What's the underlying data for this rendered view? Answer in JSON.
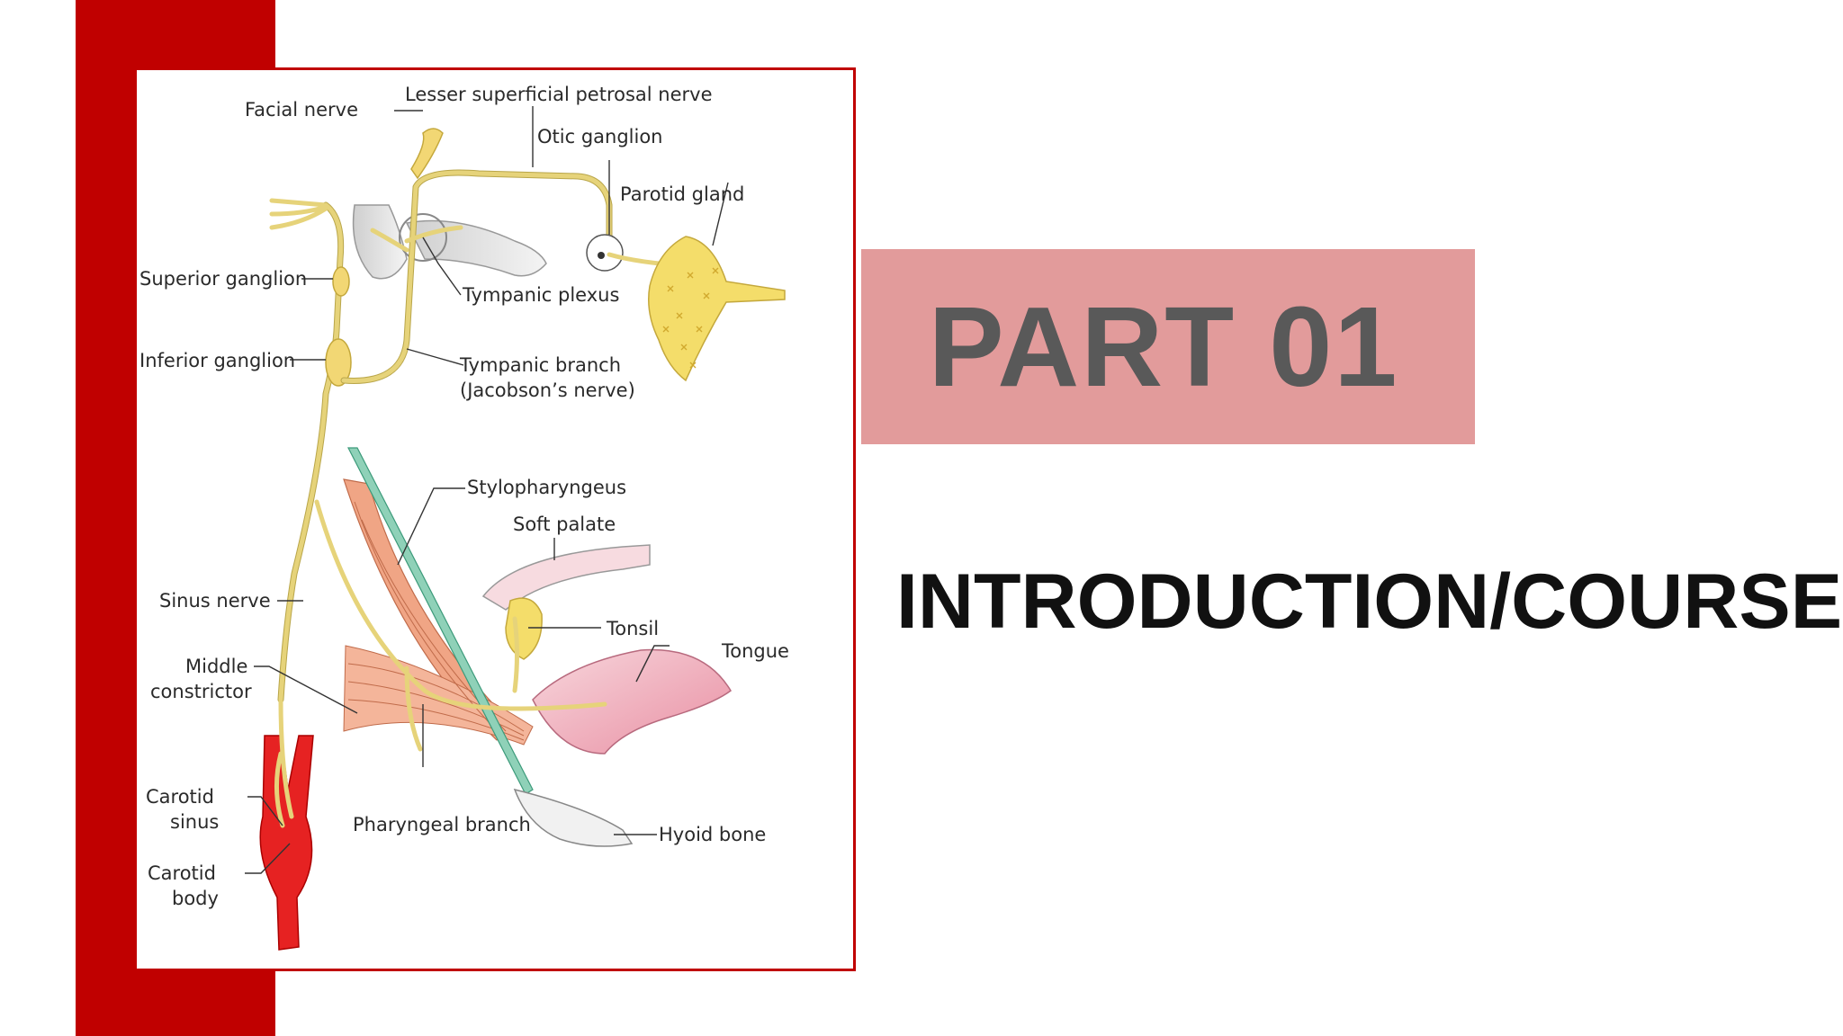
{
  "slide": {
    "part_title": "PART 01",
    "subtitle": "INTRODUCTION/COURSE",
    "colors": {
      "accent_red": "#c00000",
      "title_box": "#e29b9b",
      "title_text": "#595959",
      "subtitle_text": "#111111"
    }
  },
  "diagram": {
    "labels": {
      "facial_nerve": "Facial nerve",
      "lesser_petrosal": "Lesser superficial petrosal nerve",
      "otic_ganglion": "Otic ganglion",
      "parotid_gland": "Parotid gland",
      "superior_ganglion": "Superior ganglion",
      "tympanic_plexus": "Tympanic plexus",
      "inferior_ganglion": "Inferior ganglion",
      "tympanic_branch_1": "Tympanic branch",
      "tympanic_branch_2": "(Jacobson’s nerve)",
      "stylopharyngeus": "Stylopharyngeus",
      "soft_palate": "Soft palate",
      "sinus_nerve": "Sinus nerve",
      "tonsil": "Tonsil",
      "tongue": "Tongue",
      "middle_1": "Middle",
      "middle_2": "constrictor",
      "carotid_sinus_1": "Carotid",
      "carotid_sinus_2": "sinus",
      "pharyngeal_branch": "Pharyngeal branch",
      "hyoid_bone": "Hyoid bone",
      "carotid_body_1": "Carotid",
      "carotid_body_2": "body"
    }
  }
}
